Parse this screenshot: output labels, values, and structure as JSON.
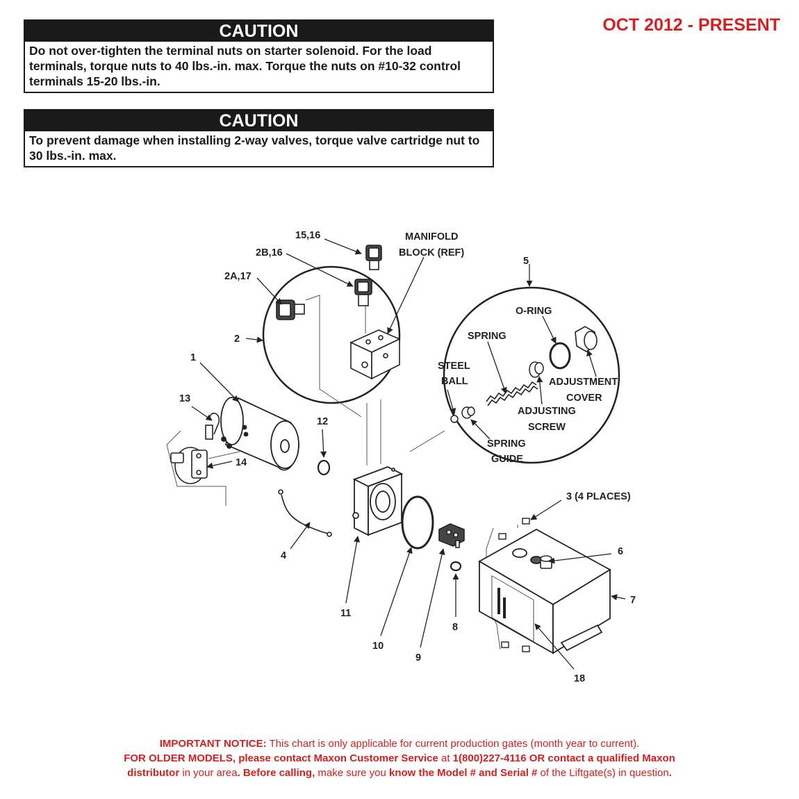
{
  "header": {
    "date_range": "OCT 2012 - PRESENT"
  },
  "cautions": [
    {
      "title": "CAUTION",
      "text": "Do not over-tighten the terminal nuts on starter solenoid. For the load terminals, torque nuts to 40 lbs.-in. max. Torque the nuts on #10-32 control terminals 15-20 lbs.-in."
    },
    {
      "title": "CAUTION",
      "text": "To prevent damage when installing 2-way valves, torque valve cartridge nut to 30 lbs.-in. max."
    }
  ],
  "diagram": {
    "labels": {
      "l_15_16": "15,16",
      "l_2b_16": "2B,16",
      "l_2a_17": "2A,17",
      "l_manifold_1": "MANIFOLD",
      "l_manifold_2": "BLOCK (REF)",
      "l_5": "5",
      "l_oring": "O-RING",
      "l_spring": "SPRING",
      "l_steel": "STEEL",
      "l_ball": "BALL",
      "l_adjust_1": "ADJUSTMENT",
      "l_adjust_2": "COVER",
      "l_adjusting_1": "ADJUSTING",
      "l_adjusting_2": "SCREW",
      "l_spring_guide_1": "SPRING",
      "l_spring_guide_2": "GUIDE",
      "l_2": "2",
      "l_1": "1",
      "l_13": "13",
      "l_12": "12",
      "l_14": "14",
      "l_3": "3 (4 PLACES)",
      "l_6": "6",
      "l_7": "7",
      "l_4": "4",
      "l_11": "11",
      "l_10": "10",
      "l_9": "9",
      "l_8": "8",
      "l_18": "18"
    }
  },
  "notice": {
    "p1": "IMPORTANT NOTICE:",
    "p2": " This chart is only applicable for current production gates (month year to current).",
    "p3": "FOR OLDER MODELS, please contact Maxon Customer Service",
    "p4": " at ",
    "p5": "1(800)227-4116 OR contact a qualified Maxon",
    "p6": "distributor",
    "p7": " in your area",
    "p8": ". Before calling,",
    "p9": " make sure you ",
    "p10": "know the Model # and Serial #",
    "p11": " of the Liftgate(s) in question",
    "p12": "."
  }
}
